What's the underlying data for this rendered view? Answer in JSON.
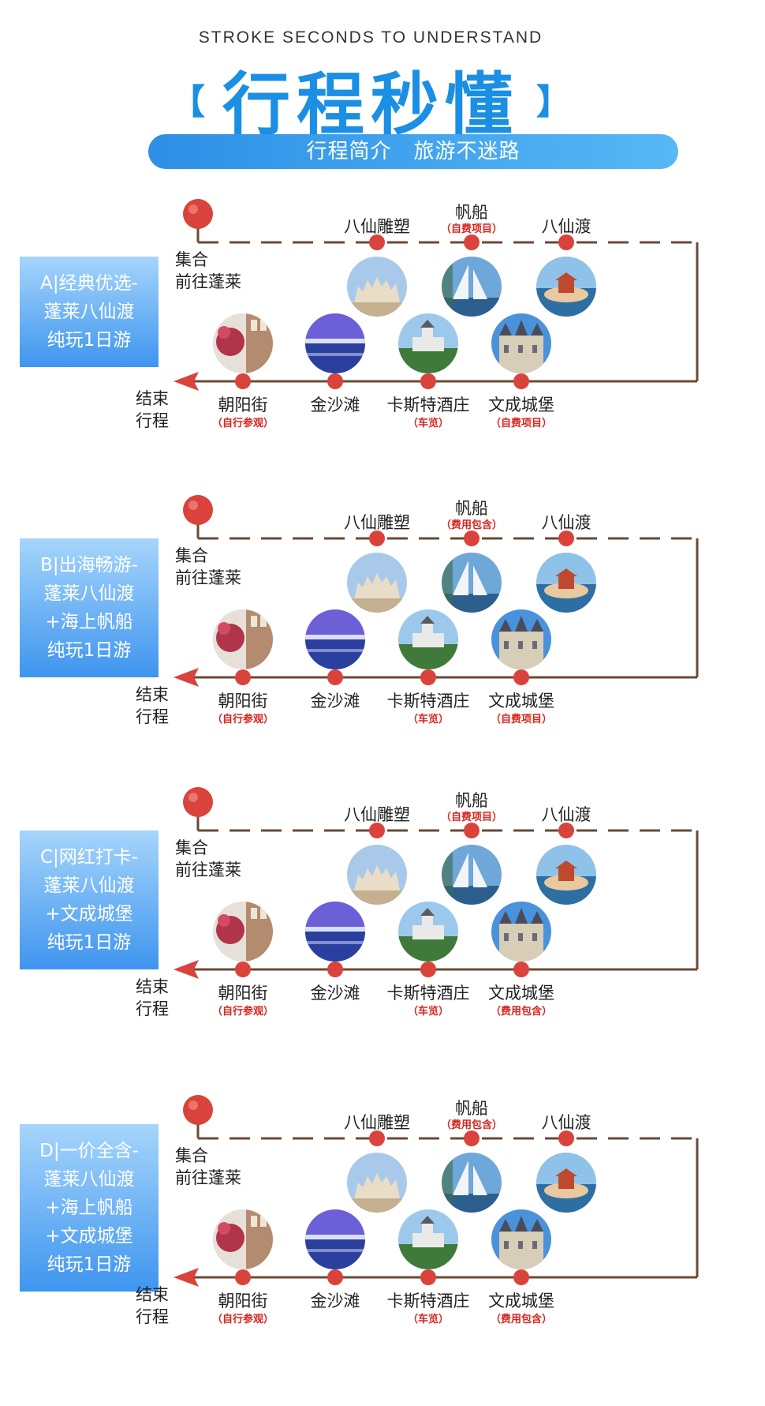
{
  "header": {
    "subtitle": "STROKE SECONDS TO UNDERSTAND",
    "bracket_left": "【",
    "title": "行程秒懂",
    "bracket_right": "】",
    "banner_left": "行程简介",
    "banner_right": "旅游不迷路"
  },
  "colors": {
    "accent": "#1a8fe3",
    "route": "#6b4a34",
    "dot": "#d9433c",
    "tag": "#d9251d"
  },
  "routes": [
    {
      "badge": [
        "A|经典优选-",
        "蓬莱八仙渡",
        "纯玩1日游"
      ],
      "start": [
        "集合",
        "前往蓬莱"
      ],
      "end": [
        "结束",
        "行程"
      ],
      "top_stops": [
        {
          "name": "八仙雕塑",
          "tag": "",
          "icon": "sculpture-photo"
        },
        {
          "name": "帆船",
          "tag": "（自费项目）",
          "icon": "sailboat-photo"
        },
        {
          "name": "八仙渡",
          "tag": "",
          "icon": "baxiandu-photo"
        }
      ],
      "bottom_stops": [
        {
          "name": "朝阳街",
          "tag": "（自行参观）",
          "icon": "street-photo"
        },
        {
          "name": "金沙滩",
          "tag": "",
          "icon": "beach-photo"
        },
        {
          "name": "卡斯特酒庄",
          "tag": "（车览）",
          "icon": "winery-photo"
        },
        {
          "name": "文成城堡",
          "tag": "（自费项目）",
          "icon": "castle-photo"
        }
      ]
    },
    {
      "badge": [
        "B|出海畅游-",
        "蓬莱八仙渡",
        "+海上帆船",
        "纯玩1日游"
      ],
      "start": [
        "集合",
        "前往蓬莱"
      ],
      "end": [
        "结束",
        "行程"
      ],
      "top_stops": [
        {
          "name": "八仙雕塑",
          "tag": "",
          "icon": "sculpture-photo"
        },
        {
          "name": "帆船",
          "tag": "（费用包含）",
          "icon": "sailboat-photo"
        },
        {
          "name": "八仙渡",
          "tag": "",
          "icon": "baxiandu-photo"
        }
      ],
      "bottom_stops": [
        {
          "name": "朝阳街",
          "tag": "（自行参观）",
          "icon": "street-photo"
        },
        {
          "name": "金沙滩",
          "tag": "",
          "icon": "beach-photo"
        },
        {
          "name": "卡斯特酒庄",
          "tag": "（车览）",
          "icon": "winery-photo"
        },
        {
          "name": "文成城堡",
          "tag": "（自费项目）",
          "icon": "castle-photo"
        }
      ]
    },
    {
      "badge": [
        "C|网红打卡-",
        "蓬莱八仙渡",
        "+文成城堡",
        "纯玩1日游"
      ],
      "start": [
        "集合",
        "前往蓬莱"
      ],
      "end": [
        "结束",
        "行程"
      ],
      "top_stops": [
        {
          "name": "八仙雕塑",
          "tag": "",
          "icon": "sculpture-photo"
        },
        {
          "name": "帆船",
          "tag": "（自费项目）",
          "icon": "sailboat-photo"
        },
        {
          "name": "八仙渡",
          "tag": "",
          "icon": "baxiandu-photo"
        }
      ],
      "bottom_stops": [
        {
          "name": "朝阳街",
          "tag": "（自行参观）",
          "icon": "street-photo"
        },
        {
          "name": "金沙滩",
          "tag": "",
          "icon": "beach-photo"
        },
        {
          "name": "卡斯特酒庄",
          "tag": "（车览）",
          "icon": "winery-photo"
        },
        {
          "name": "文成城堡",
          "tag": "（费用包含）",
          "icon": "castle-photo"
        }
      ]
    },
    {
      "badge": [
        "D|一价全含-",
        "蓬莱八仙渡",
        "+海上帆船",
        "+文成城堡",
        "纯玩1日游"
      ],
      "start": [
        "集合",
        "前往蓬莱"
      ],
      "end": [
        "结束",
        "行程"
      ],
      "top_stops": [
        {
          "name": "八仙雕塑",
          "tag": "",
          "icon": "sculpture-photo"
        },
        {
          "name": "帆船",
          "tag": "（费用包含）",
          "icon": "sailboat-photo"
        },
        {
          "name": "八仙渡",
          "tag": "",
          "icon": "baxiandu-photo"
        }
      ],
      "bottom_stops": [
        {
          "name": "朝阳街",
          "tag": "（自行参观）",
          "icon": "street-photo"
        },
        {
          "name": "金沙滩",
          "tag": "",
          "icon": "beach-photo"
        },
        {
          "name": "卡斯特酒庄",
          "tag": "（车览）",
          "icon": "winery-photo"
        },
        {
          "name": "文成城堡",
          "tag": "（费用包含）",
          "icon": "castle-photo"
        }
      ]
    }
  ]
}
